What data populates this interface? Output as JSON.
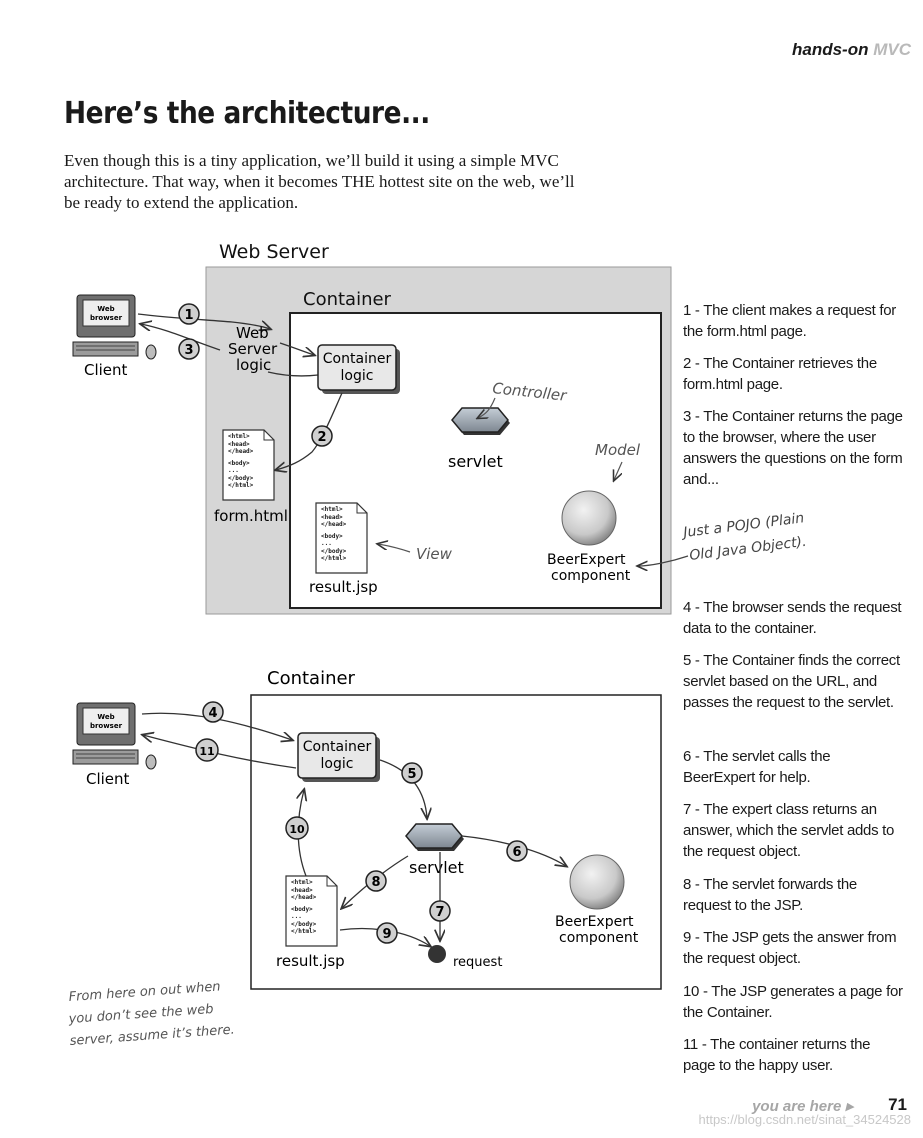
{
  "header": {
    "section": "hands-on",
    "section_accent": "MVC"
  },
  "title": "Here’s the architecture...",
  "intro": "Even though this is a tiny application, we’ll build it using a simple MVC architecture. That way, when it becomes THE hottest site on the web, we’ll be ready to extend the application.",
  "diagram1": {
    "web_server_label": "Web Server",
    "container_label": "Container",
    "client_label": "Client",
    "monitor_label_line1": "Web",
    "monitor_label_line2": "browser",
    "web_server_logic_line1": "Web",
    "web_server_logic_line2": "Server",
    "web_server_logic_line3": "logic",
    "container_logic_line1": "Container",
    "container_logic_line2": "logic",
    "servlet_label": "servlet",
    "controller_label": "Controller",
    "model_label": "Model",
    "view_label": "View",
    "form_label": "form.html",
    "result_label": "result.jsp",
    "beer_line1": "BeerExpert",
    "beer_line2": "component",
    "pojo_line1": "Just a POJO (Plain",
    "pojo_line2": "Old Java Object).",
    "num1": "1",
    "num2": "2",
    "num3": "3"
  },
  "diagram2": {
    "container_label": "Container",
    "client_label": "Client",
    "monitor_label_line1": "Web",
    "monitor_label_line2": "browser",
    "container_logic_line1": "Container",
    "container_logic_line2": "logic",
    "servlet_label": "servlet",
    "result_label": "result.jsp",
    "beer_line1": "BeerExpert",
    "beer_line2": "component",
    "request_label": "request",
    "num4": "4",
    "num5": "5",
    "num6": "6",
    "num7": "7",
    "num8": "8",
    "num9": "9",
    "num10": "10",
    "num11": "11"
  },
  "doc_lines": {
    "html_open": "<html>",
    "head_open": "<head>",
    "head_close": "</head>",
    "body_open": "<body>",
    "dots": "...",
    "body_close": "</body>",
    "html_close": "</html>"
  },
  "note": {
    "line1": "From here on out when",
    "line2": "you don’t see the web",
    "line3": "server, assume it’s there."
  },
  "steps": [
    "1 - The client makes a request for the form.html page.",
    "2 - The Container retrieves the form.html page.",
    "3 - The Container returns the page to the browser, where the user answers the questions on the form and...",
    "4 - The browser sends the request data to the container.",
    "5 - The Container finds the correct servlet based on the URL, and passes the request to the servlet.",
    "6 - The servlet calls the BeerExpert for help.",
    "7 - The expert class returns an answer, which the servlet adds to the request object.",
    "8 - The servlet forwards the request to the JSP.",
    "9 - The JSP gets the answer from the request object.",
    "10 - The JSP generates a page for the Container.",
    "11 - The container returns the page to the happy user."
  ],
  "footer": {
    "you_are_here": "you are here ▸",
    "page_number": "71",
    "watermark": "https://blog.csdn.net/sinat_34524528"
  },
  "colors": {
    "web_server_fill": "#d6d6d6",
    "ball": "#cfcfcf",
    "accent_grey": "#b9b9b9"
  }
}
